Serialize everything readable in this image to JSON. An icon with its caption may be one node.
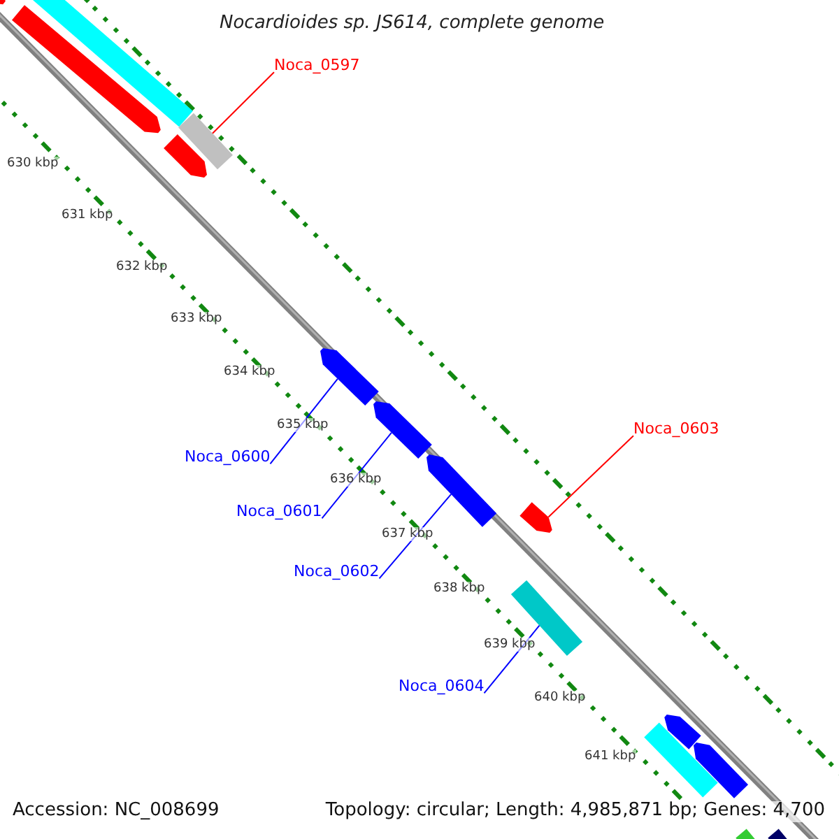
{
  "diagram": {
    "title": "Nocardioides sp. JS614, complete genome",
    "nodes": [
      {
        "text": [
          "Noca_0597"
        ]
      },
      {
        "text": [],
        "shape": "bar"
      },
      {
        "text": [
          "Noca_0603"
        ]
      },
      {
        "text": [],
        "shape": "bar"
      },
      {
        "text": [
          "Noca_0600"
        ]
      },
      {
        "text": [],
        "shape": "bar"
      },
      {
        "text": [
          "Noca_0601"
        ]
      },
      {
        "text": [],
        "shape": "bar"
      },
      {
        "text": [
          "Noca_0602"
        ]
      },
      {
        "text": [],
        "shape": "bar"
      },
      {
        "text": [
          "Noca_0604"
        ]
      },
      {
        "text": [],
        "shape": "bar"
      },
      {
        "text": [],
        "shape": "bar"
      },
      {
        "text": [],
        "shape": "bar"
      },
      {
        "text": [],
        "shape": "bar"
      },
      {
        "text": [],
        "shape": "bar"
      },
      {
        "text": [],
        "shape": "bar"
      },
      {
        "text": [],
        "shape": "bar"
      },
      {
        "text": [],
        "shape": "bar"
      },
      {
        "text": [],
        "shape": "bar"
      },
      {
        "text": [],
        "shape": "bar"
      }
    ],
    "edges": [
      {
        "from": 0,
        "to": 1,
        "arrow": "none",
        "color": "#ff0000"
      },
      {
        "from": 2,
        "to": 3,
        "arrow": "none",
        "color": "#ff0000"
      },
      {
        "from": 4,
        "to": 5,
        "arrow": "none"
      },
      {
        "from": 6,
        "to": 7,
        "arrow": "none"
      },
      {
        "from": 8,
        "to": 9,
        "arrow": "none"
      },
      {
        "from": 10,
        "to": 11,
        "arrow": "none"
      }
    ],
    "labels": [
      "630 kbp",
      "631 kbp",
      "632 kbp",
      "633 kbp",
      "634 kbp",
      "635 kbp",
      "636 kbp",
      "637 kbp",
      "638 kbp",
      "639 kbp",
      "640 kbp",
      "641 kbp",
      "Accession: NC_008699",
      "Topology: circular; Length: 4,985,871 bp; Genes: 4,700"
    ]
  }
}
